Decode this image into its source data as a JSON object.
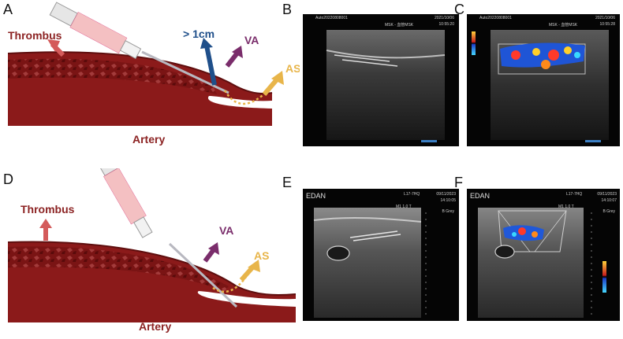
{
  "panels": {
    "A": {
      "letter": "A",
      "thrombus": "Thrombus",
      "distance": "> 1cm",
      "va": "VA",
      "as": "AS",
      "artery": "Artery"
    },
    "B": {
      "letter": "B",
      "header_left": "Auto20220808001",
      "header_right": "2021/10/06",
      "header_mid": "MSK - 血管MSK",
      "time": "10:55:20"
    },
    "C": {
      "letter": "C",
      "header_left": "Auto20220808001",
      "header_right": "2021/10/06",
      "header_mid": "MSK - 血管MSK",
      "time": "10:55:28"
    },
    "D": {
      "letter": "D",
      "thrombus": "Thrombus",
      "va": "VA",
      "as": "AS",
      "artery": "Artery"
    },
    "E": {
      "letter": "E",
      "brand": "EDAN",
      "probe": "L17-7HQ",
      "mode": "B Grey",
      "preset": "M1 1.0 T",
      "date": "09/11/2023",
      "time": "14:10:05"
    },
    "F": {
      "letter": "F",
      "brand": "EDAN",
      "probe": "L17-7HQ",
      "mode": "B Grey",
      "preset": "M1 1.0 T",
      "date": "09/11/2023",
      "time": "14:10:07"
    }
  },
  "colors": {
    "artery": "#8b1a1a",
    "artery_dark": "#5e0e0e",
    "thrombus_label": "#8c2323",
    "distance": "#1f4f8a",
    "va": "#7a2d6b",
    "as": "#e8b54a",
    "needle": "#b8b8c0",
    "syringe_pink": "#f3b6b8"
  }
}
